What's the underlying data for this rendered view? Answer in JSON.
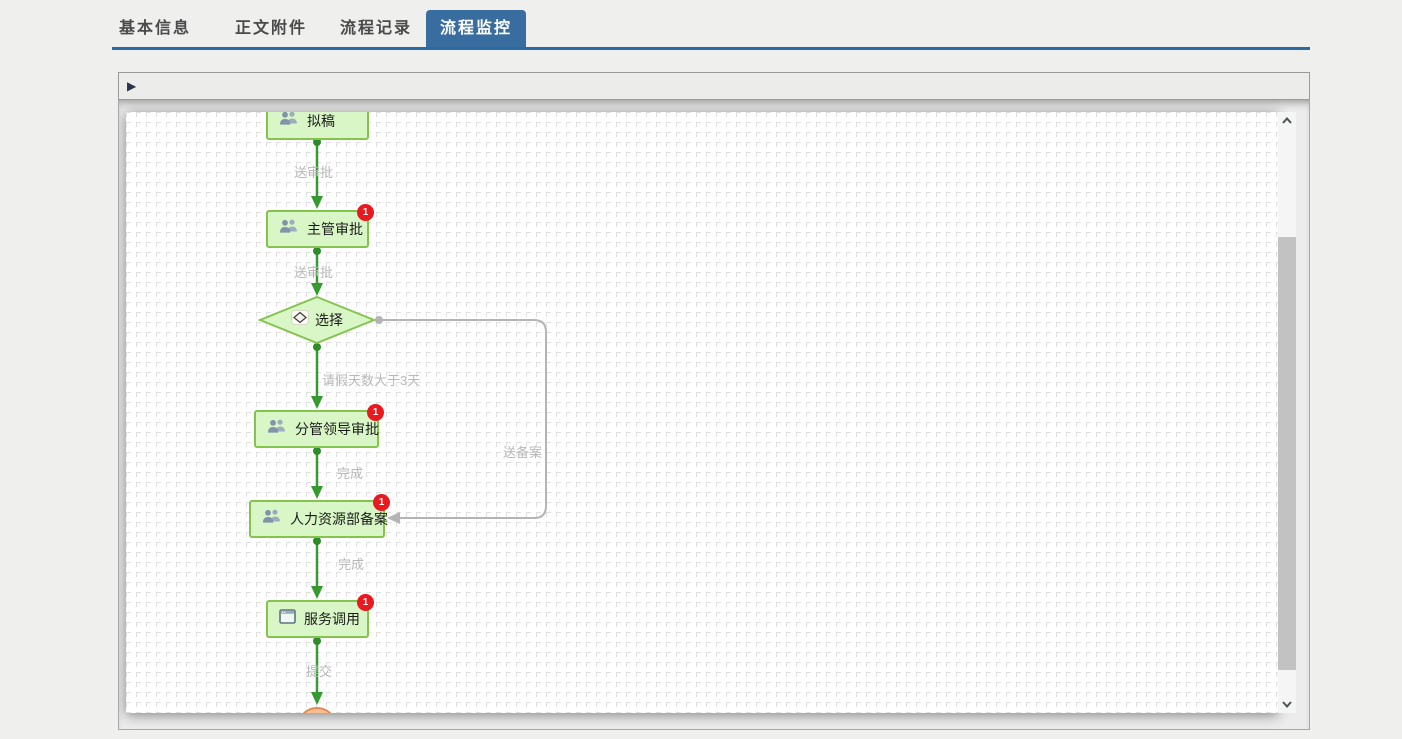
{
  "tabs": [
    {
      "label": "基本信息",
      "active": false
    },
    {
      "label": "正文附件",
      "active": false
    },
    {
      "label": "流程记录",
      "active": false
    },
    {
      "label": "流程监控",
      "active": true
    }
  ],
  "toolbar": {
    "expand_icon": "▶"
  },
  "flowchart": {
    "nodes": {
      "draft": {
        "label": "拟稿",
        "icon": "users-icon"
      },
      "supervisor_approval": {
        "label": "主管审批",
        "icon": "users-icon",
        "badge": "1"
      },
      "choice": {
        "label": "选择",
        "icon": "decision-icon"
      },
      "leader_approval": {
        "label": "分管领导审批",
        "icon": "users-icon",
        "badge": "1"
      },
      "hr_record": {
        "label": "人力资源部备案",
        "icon": "users-icon",
        "badge": "1"
      },
      "service_call": {
        "label": "服务调用",
        "icon": "window-icon",
        "badge": "1"
      },
      "end": {
        "label": "",
        "icon": "end-circle"
      }
    },
    "edge_labels": {
      "to_supervisor": "送审批",
      "to_choice": "送审批",
      "gt_3days": "请假天数大于3天",
      "leader_done": "完成",
      "hr_done": "完成",
      "submit": "提交",
      "send_record": "送备案"
    }
  },
  "colors": {
    "tab_active_bg": "#3a6d9f",
    "tab_underline": "#2c6aa2",
    "node_fill": "#d9f7c6",
    "node_border": "#84c44e",
    "flow_line_green": "#379a31",
    "flow_line_gray": "#b4b4b4",
    "badge_bg": "#e8191f",
    "end_node_fill": "#f9bd92",
    "end_node_border": "#e08c54"
  }
}
